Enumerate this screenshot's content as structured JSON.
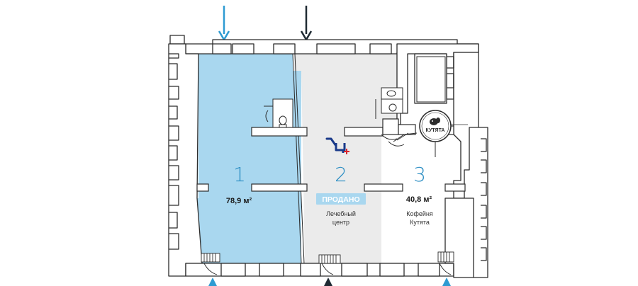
{
  "colors": {
    "unit1_fill": "#a9d7ef",
    "unit2_fill": "#ebebeb",
    "unit3_fill": "#ffffff",
    "wall": "#ffffff",
    "wall_stroke": "#2b2b2b",
    "accent_blue": "#2e9bd2",
    "dark_arrow": "#1f2a33",
    "sold_badge": "#a9d7ef",
    "pharmacy_logo_blue": "#1a3a8a",
    "pharmacy_logo_red": "#d8232a"
  },
  "units": [
    {
      "number": "1",
      "area": "78,9 м²",
      "status": "",
      "description": []
    },
    {
      "number": "2",
      "area": "",
      "status": "ПРОДАНО",
      "description": [
        "Лечебный",
        "центр"
      ]
    },
    {
      "number": "3",
      "area": "40,8 м²",
      "status": "",
      "description": [
        "Кофейня",
        "Кутята"
      ]
    }
  ],
  "entrances": {
    "top": [
      "blue-arrow-down",
      "dark-arrow-down"
    ],
    "bottom": [
      "blue-arrow-up",
      "dark-arrow-up",
      "blue-arrow-up"
    ]
  },
  "logos": {
    "cafe_name": "КУТЯТА",
    "pharmacy_icon": "pharmacy-logo-icon"
  }
}
